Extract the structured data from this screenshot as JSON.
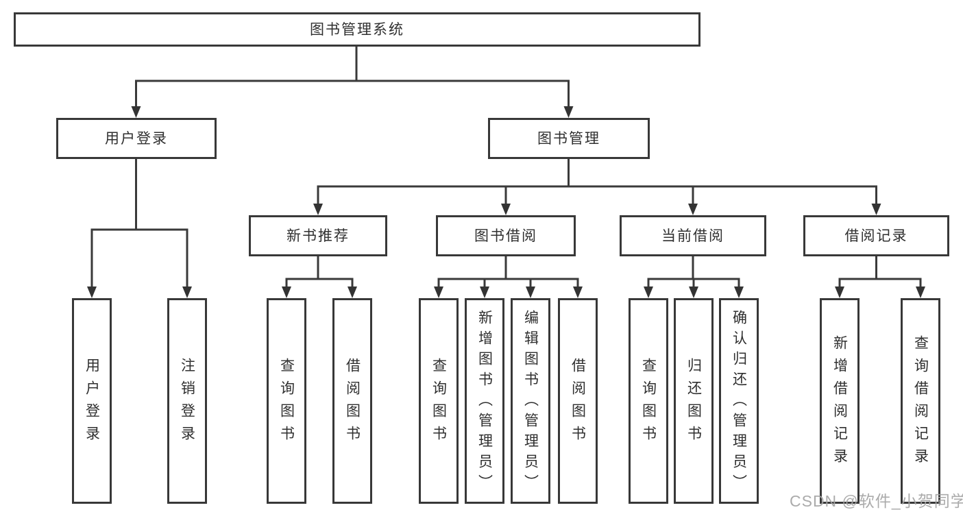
{
  "diagram": {
    "root": {
      "label": "图书管理系统"
    },
    "branches": [
      {
        "label": "用户登录",
        "children": [
          {
            "label": "用户登录"
          },
          {
            "label": "注销登录"
          }
        ]
      },
      {
        "label": "图书管理",
        "children": [
          {
            "label": "新书推荐",
            "children": [
              {
                "label": "查询图书"
              },
              {
                "label": "借阅图书"
              }
            ]
          },
          {
            "label": "图书借阅",
            "children": [
              {
                "label": "查询图书"
              },
              {
                "label": "新增图书（管理员）"
              },
              {
                "label": "编辑图书（管理员）"
              },
              {
                "label": "借阅图书"
              }
            ]
          },
          {
            "label": "当前借阅",
            "children": [
              {
                "label": "查询图书"
              },
              {
                "label": "归还图书"
              },
              {
                "label": "确认归还（管理员）"
              }
            ]
          },
          {
            "label": "借阅记录",
            "children": [
              {
                "label": "新增借阅记录"
              },
              {
                "label": "查询借阅记录"
              }
            ]
          }
        ]
      }
    ]
  },
  "watermark": {
    "text": "CSDN @软件_小贺同学"
  },
  "colors": {
    "line": "#3a3a3a",
    "box_border": "#383838",
    "text": "#2f2f2f",
    "watermark": "#a4a4a4",
    "background": "#ffffff"
  }
}
